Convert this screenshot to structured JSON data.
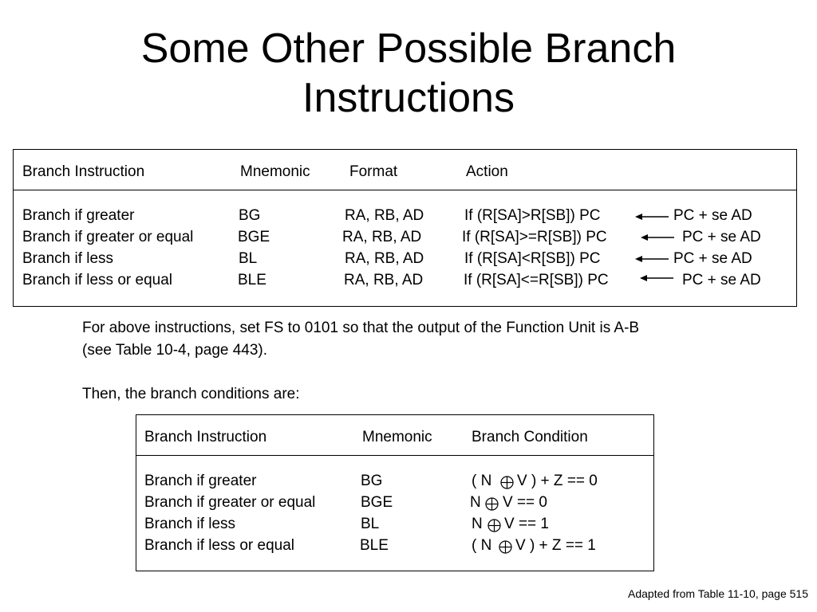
{
  "slide": {
    "title_line1": "Some Other Possible Branch",
    "title_line2": "Instructions"
  },
  "table1": {
    "headers": [
      "Branch Instruction",
      "Mnemonic",
      "Format",
      "Action"
    ],
    "rows": [
      {
        "name": "Branch if greater",
        "mnemonic": "BG",
        "format": "RA, RB, AD",
        "action_pre": "If (R[SA]>R[SB]) PC",
        "action_post": "PC + se AD"
      },
      {
        "name": "Branch if greater or equal",
        "mnemonic": "BGE",
        "format": "RA, RB, AD",
        "action_pre": "If (R[SA]>=R[SB]) PC",
        "action_post": "PC + se AD"
      },
      {
        "name": "Branch if less",
        "mnemonic": "BL",
        "format": "RA, RB, AD",
        "action_pre": "If (R[SA]<R[SB]) PC",
        "action_post": "PC + se AD"
      },
      {
        "name": "Branch if less or equal",
        "mnemonic": "BLE",
        "format": "RA, RB, AD",
        "action_pre": "If (R[SA]<=R[SB]) PC",
        "action_post": "PC + se AD"
      }
    ]
  },
  "notes": {
    "line1": "For above instructions, set FS to 0101 so that the output of the Function Unit is A-B",
    "line2": "(see Table 10-4, page 443).",
    "line3": "Then, the branch conditions are:"
  },
  "table2": {
    "headers": [
      "Branch Instruction",
      "Mnemonic",
      "Branch Condition"
    ],
    "rows": [
      {
        "name": "Branch if greater",
        "mnemonic": "BG",
        "cond_pre": "( N",
        "cond_post": "V ) + Z == 0"
      },
      {
        "name": "Branch if greater or equal",
        "mnemonic": "BGE",
        "cond_pre": "N",
        "cond_post": "V == 0"
      },
      {
        "name": "Branch if less",
        "mnemonic": "BL",
        "cond_pre": "N",
        "cond_post": "V == 1"
      },
      {
        "name": "Branch if less or equal",
        "mnemonic": "BLE",
        "cond_pre": "( N",
        "cond_post": "V ) + Z == 1"
      }
    ]
  },
  "footer": {
    "text": "Adapted from Table 11-10, page 515"
  },
  "icons": {
    "arrow": "left-arrow-icon",
    "xor": "circled-plus-icon"
  }
}
